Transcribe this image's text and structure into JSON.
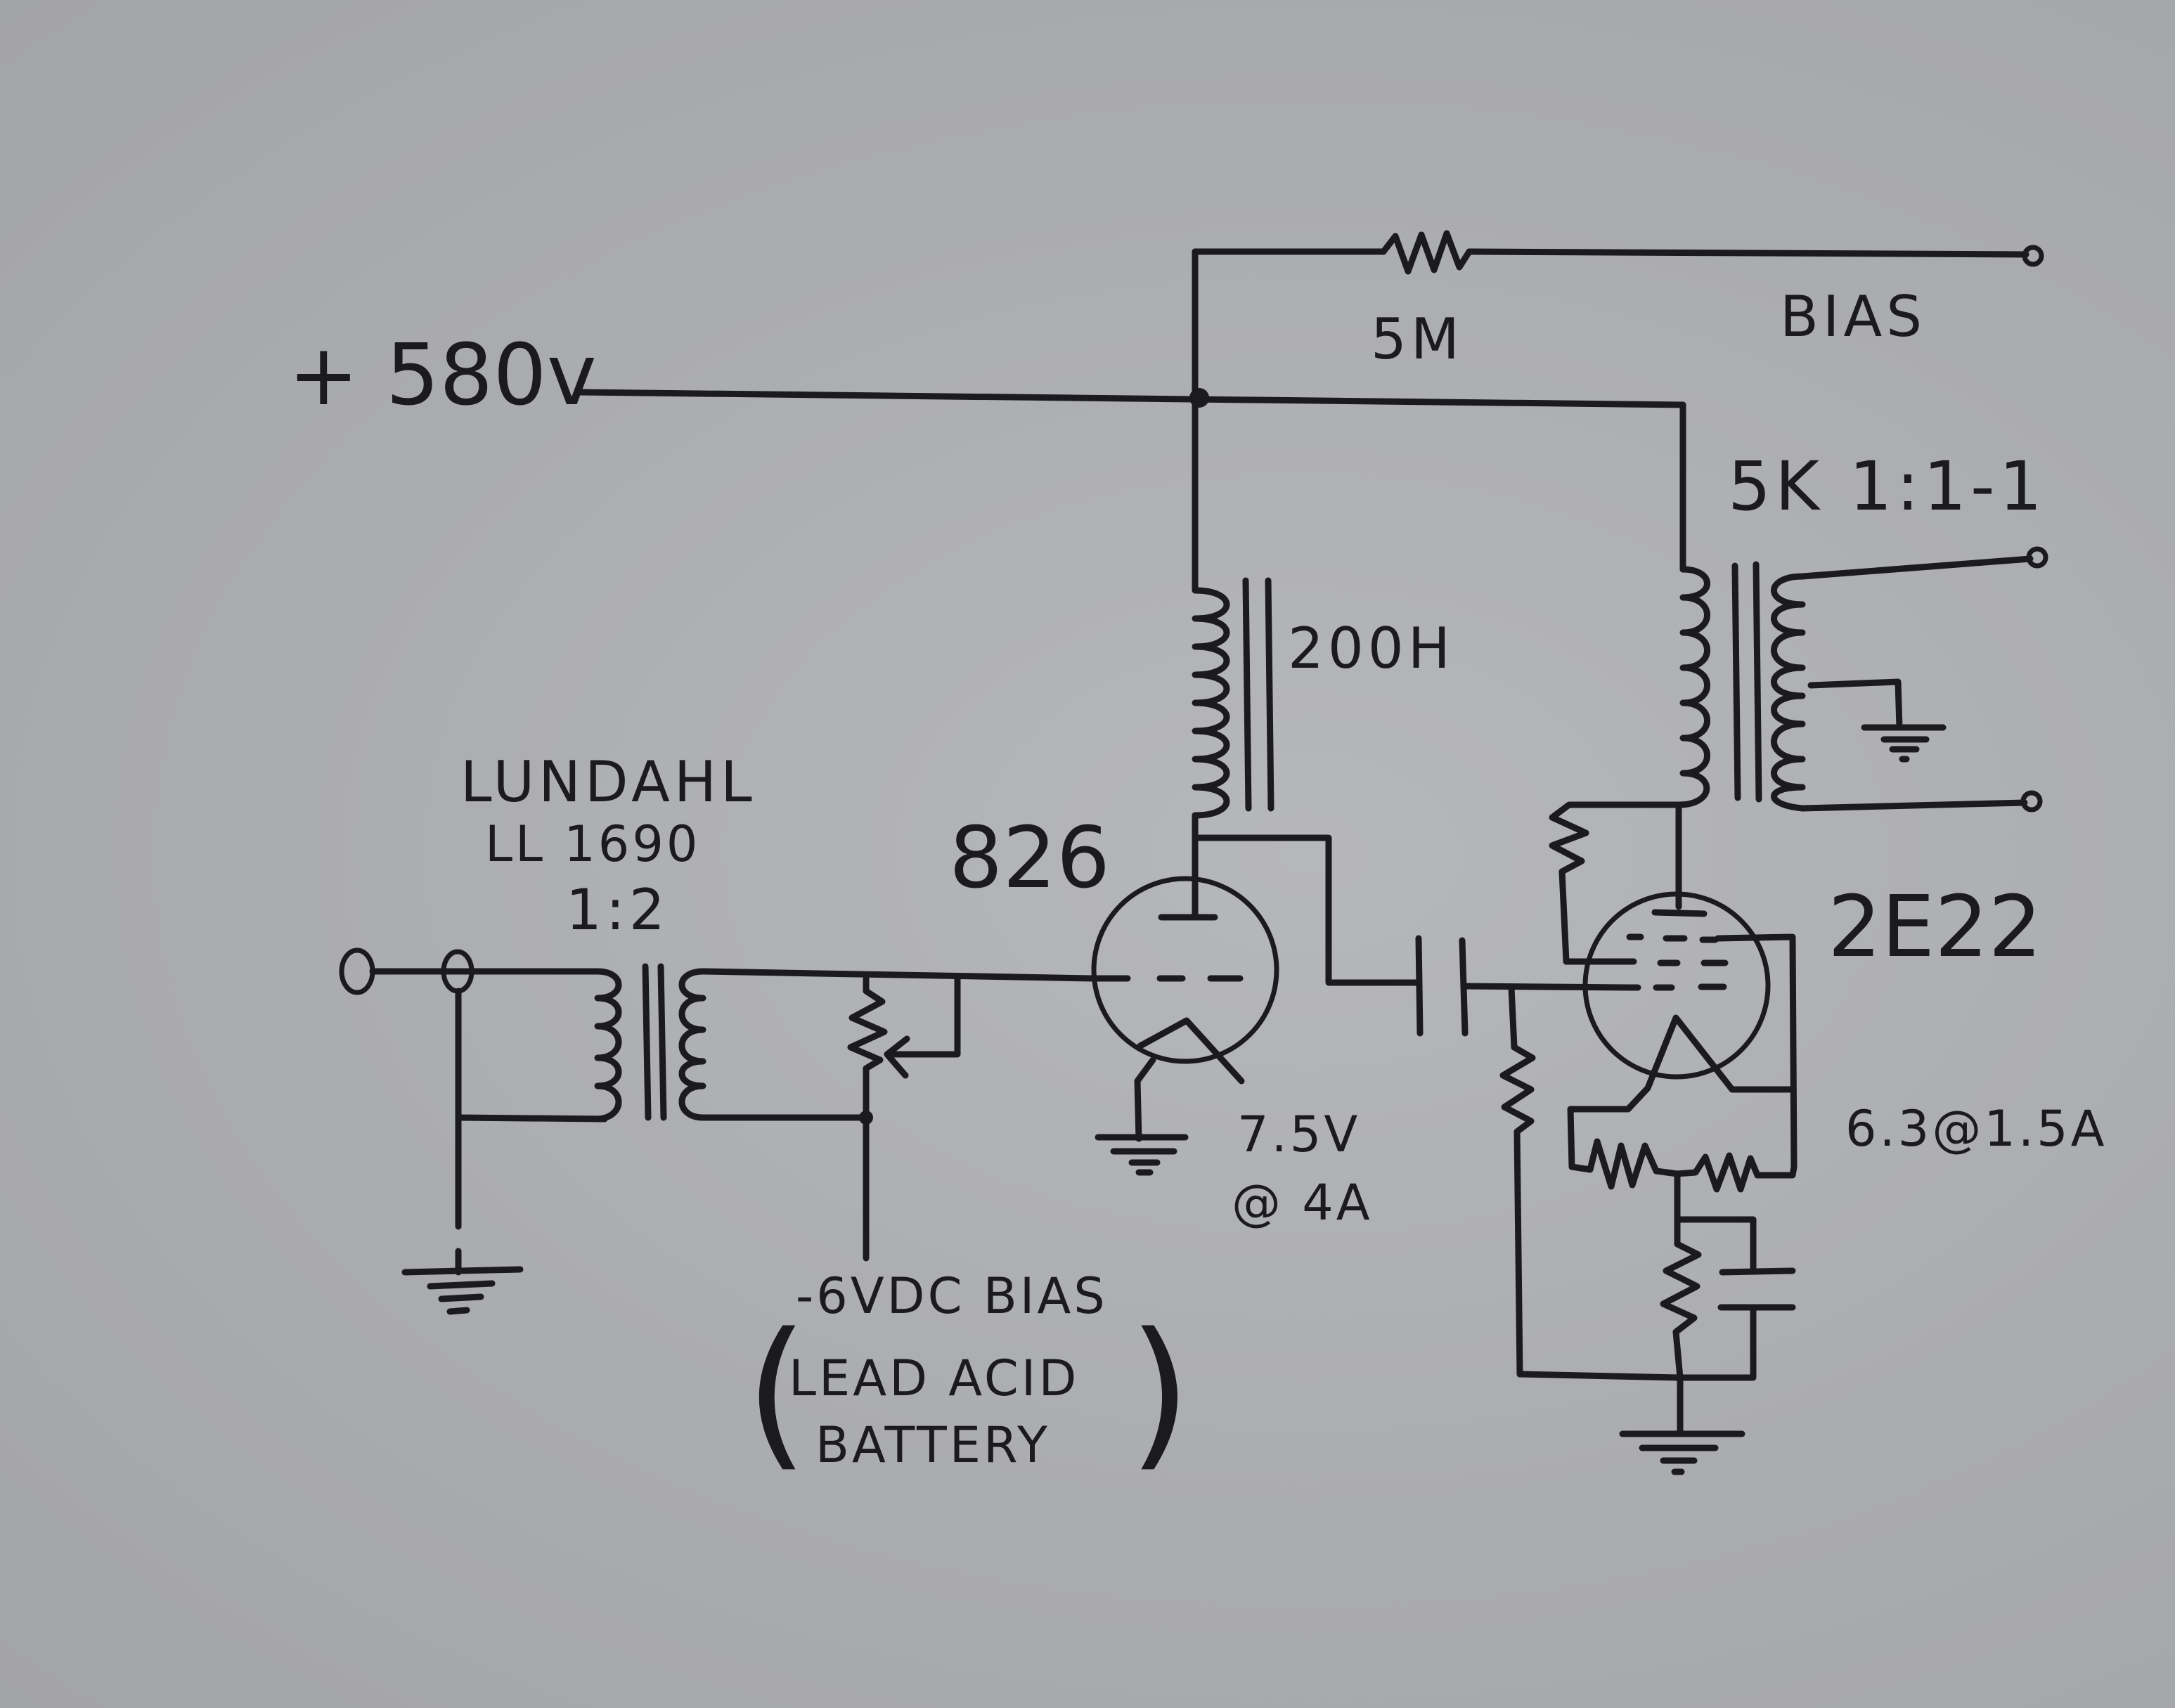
{
  "diagram": {
    "title": "826 / 2E22 single-ended amplifier schematic (hand drawn)",
    "colors": {
      "ink": "#1b1a1d",
      "paper": "#abacae"
    },
    "supply": {
      "label": "+ 580v"
    },
    "bias_resistor": {
      "value": "5M"
    },
    "bias_terminal": {
      "label": "BIAS"
    },
    "input_transformer": {
      "maker": "LUNDAHL",
      "model": "LL 1690",
      "ratio": "1:2"
    },
    "driver_tube": {
      "name": "826",
      "heater": "7.5V",
      "heater_current": "@ 4A"
    },
    "choke": {
      "value": "200H"
    },
    "output_tube": {
      "name": "2E22",
      "heater": "6.3@1.5A"
    },
    "output_transformer": {
      "spec": "5K 1:1-1"
    },
    "grid_bias": {
      "line1": "-6VDC BIAS",
      "line2": "LEAD ACID",
      "line3": "BATTERY",
      "open_paren": "(",
      "close_paren": ")"
    },
    "symbols": [
      "input-jack-icon",
      "transformer-icon",
      "potentiometer-icon",
      "triode-icon",
      "pentode-icon",
      "inductor-icon",
      "capacitor-icon",
      "resistor-icon",
      "ground-icon",
      "output-terminal-icon"
    ]
  }
}
